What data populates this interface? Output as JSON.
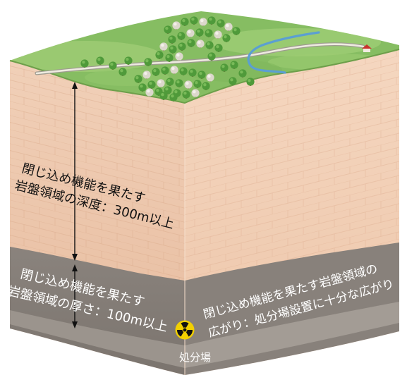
{
  "diagram": {
    "depth_label": [
      "閉じ込め機能を果たす",
      "岩盤領域の深度：300m以上"
    ],
    "thickness_label": [
      "閉じ込め機能を果たす",
      "岩盤領域の厚さ：100m以上"
    ],
    "extent_label": [
      "閉じ込め機能を果たす岩盤領域の",
      "広がり：処分場設置に十分な広がり"
    ],
    "facility_label": "処分場"
  },
  "icons": {
    "facility": "radiation-icon",
    "depth_arrow": "double-arrow-icon",
    "thickness_arrow": "double-arrow-icon"
  },
  "colors": {
    "rock": "#eec8ac",
    "barrier_layer": "#847d77",
    "facility_layer": "#9b948d",
    "surface": "#8bbf65",
    "river": "#5b9fd2",
    "radiation": "#f2d000"
  }
}
